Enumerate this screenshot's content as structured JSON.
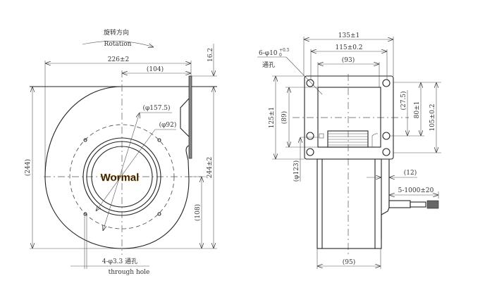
{
  "front_view": {
    "rotation_cn": "旋转方向",
    "rotation_en": "Rotation",
    "width": "226±2",
    "offset": "(104)",
    "flange_offset": "16.2",
    "height_ref": "(244)",
    "height": "244±2",
    "center_height": "(108)",
    "outer_diameter": "(φ157.5)",
    "inlet_diameter": "(φ92)",
    "hole_spec": "4-φ3.3 通孔",
    "hole_spec_en": "through hole",
    "logo": "Wormal"
  },
  "side_view": {
    "flange_width": "135±1",
    "hole_pitch_x": "115±0.2",
    "opening_width": "(93)",
    "hole_spec": "6-φ10",
    "hole_tol_upper": "+0.5",
    "hole_tol_lower": "0",
    "hole_spec_cn": "通孔",
    "flange_height": "125±1",
    "opening_height": "(89)",
    "motor_diameter": "(φ123)",
    "center_offset": "(27.5)",
    "hole_pitch_y_small": "80±1",
    "hole_pitch_y": "105±0.2",
    "step": "(12)",
    "cable": "5-1000±20",
    "motor_width": "(95)"
  }
}
